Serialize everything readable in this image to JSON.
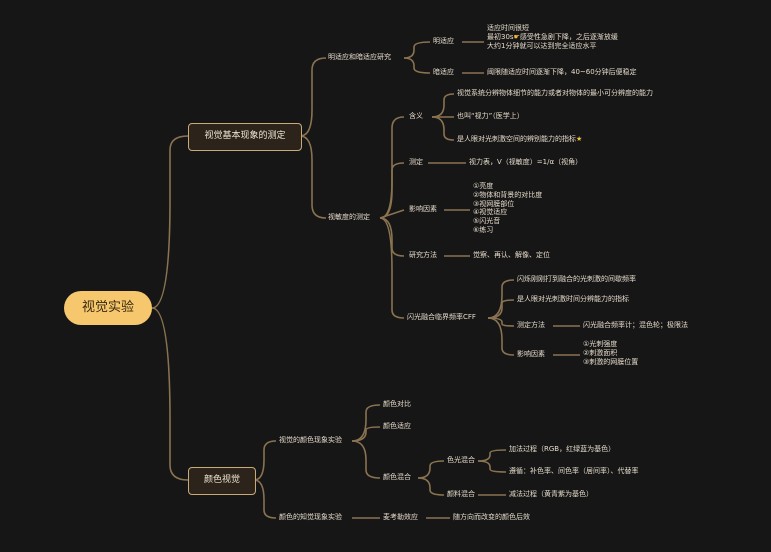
{
  "root": "视觉实验",
  "branch1": {
    "title": "视觉基本现象的测定",
    "adapt": {
      "title": "明适应和暗适应研究",
      "light": {
        "title": "明适应",
        "lines": [
          "适应时间很短",
          "最初30s",
          "感受性急剧下降，之后逐渐放缓",
          "大约1分钟就可以达到完全适应水平"
        ]
      },
      "dark": {
        "title": "暗适应",
        "detail": "阈限随适应时间逐渐下降，40~60分钟后便稳定"
      }
    },
    "acuity": {
      "title": "视敏度的测定",
      "meaning": {
        "title": "含义",
        "items": [
          "视觉系统分辨物体细节的能力或者对物体的最小可分辨度的能力",
          "也叫“视力”（医学上）",
          "是人眼对光刺激空间的辨别能力的指标"
        ]
      },
      "measure": {
        "title": "测定",
        "detail": "视力表，V（视敏度）=1/α（视角）"
      },
      "factors": {
        "title": "影响因素",
        "lines": [
          "①亮度",
          "②物体和背景的对比度",
          "③视网膜部位",
          "④视觉适应",
          "⑤闪光音",
          "⑥练习"
        ]
      },
      "methods": {
        "title": "研究方法",
        "detail": "觉察、再认、解像、定位"
      },
      "cff": {
        "title": "闪光融合临界频率CFF",
        "def": "闪烁刚刚打到融合的光刺激的间歇频率",
        "index": "是人眼对光刺激时间分辨能力的指标",
        "measure": {
          "title": "测定方法",
          "detail": "闪光融合频率计；混色轮；极限法"
        },
        "factors": {
          "title": "影响因素",
          "lines": [
            "①光刺强度",
            "②刺激面积",
            "③刺激的网膜位置"
          ]
        }
      }
    }
  },
  "branch2": {
    "title": "颜色视觉",
    "phenomena": {
      "title": "视觉的颜色现象实验",
      "contrast": "颜色对比",
      "adaptation": "颜色适应",
      "mixing": {
        "title": "颜色混合",
        "light": {
          "title": "色光混合",
          "additive": "加法过程（RGB，红绿蓝为基色）",
          "laws": "遵循：补色率、间色率（居间率）、代替率"
        },
        "pigment": {
          "title": "颜料混合",
          "detail": "减法过程（黄青紫为基色）"
        }
      }
    },
    "perception": {
      "title": "颜色的知觉现象实验",
      "effect": "麦考勒效应",
      "detail": "随方向而改变的颜色后效"
    }
  }
}
